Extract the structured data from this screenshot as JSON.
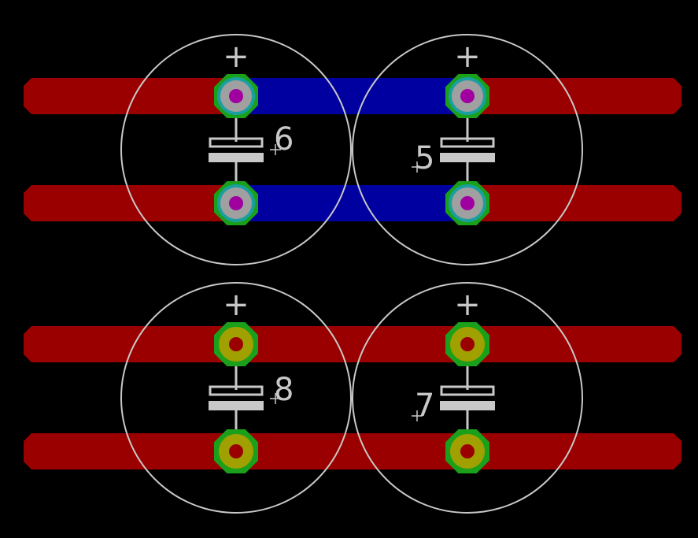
{
  "colors": {
    "background": "#000000",
    "bottom_trace": "#9b0000",
    "top_trace": "#0000a0",
    "silkscreen": "#c8c8c8",
    "pad_copper_green": "#1aa01a",
    "pad_bottom_fill": "#a0a000",
    "pad_top_fill": "#a0a0a0",
    "pad_top_ring": "#1a9fa0",
    "drill_bottom": "#9b0000",
    "drill_top": "#a000a0"
  },
  "components": [
    {
      "id": "c6",
      "designator": "6",
      "plus": "+",
      "pads_layer": "top"
    },
    {
      "id": "c5",
      "designator": "5",
      "plus": "+",
      "pads_layer": "top"
    },
    {
      "id": "c8",
      "designator": "8",
      "plus": "+",
      "pads_layer": "bottom"
    },
    {
      "id": "c7",
      "designator": "7",
      "plus": "+",
      "pads_layer": "bottom"
    }
  ],
  "traces": [
    {
      "id": "row1",
      "layer": "bottom",
      "top_segment": true
    },
    {
      "id": "row2",
      "layer": "bottom",
      "top_segment": true
    },
    {
      "id": "row3",
      "layer": "bottom",
      "top_segment": false
    },
    {
      "id": "row4",
      "layer": "bottom",
      "top_segment": false
    }
  ]
}
